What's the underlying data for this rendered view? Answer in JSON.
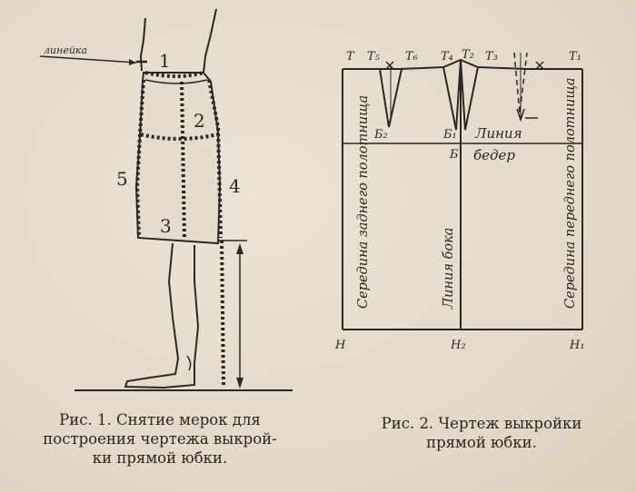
{
  "figure1": {
    "callout_ruler": "линейка",
    "measure_labels": [
      "1",
      "2",
      "3",
      "4",
      "5"
    ],
    "caption_lines": [
      "Рис. 1. Снятие мерок для",
      "построения чертежа выкрой-",
      "ки прямой юбки."
    ]
  },
  "figure2": {
    "top_labels": {
      "T": "T",
      "T5": "T₅",
      "T6": "T₆",
      "T4": "T₄",
      "T2": "T₂",
      "T3": "T₃",
      "T1": "T₁"
    },
    "hip_labels": {
      "B2": "Б₂",
      "B1": "Б₁",
      "B": "Б"
    },
    "hip_line_text": [
      "Линия",
      "бедер"
    ],
    "bottom_labels": {
      "H": "Н",
      "H2": "Н₂",
      "H1": "Н₁"
    },
    "back_center_text": "Середина заднего полотнища",
    "side_line_text": "Линия бока",
    "front_center_text": "Середина переднего полотнища",
    "caption_lines": [
      "Рис. 2. Чертеж выкройки",
      "прямой юбки."
    ]
  }
}
